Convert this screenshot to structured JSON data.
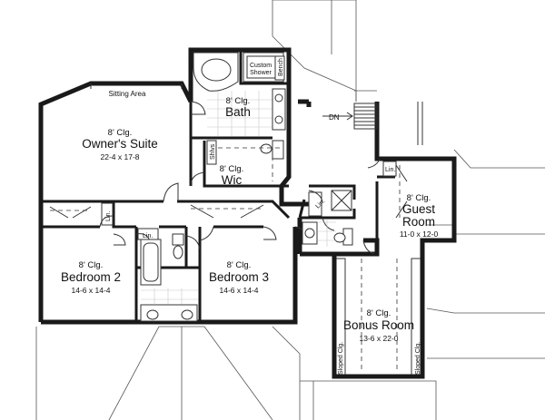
{
  "rooms": {
    "owners_suite": {
      "ceiling": "8' Clg.",
      "name": "Owner's Suite",
      "dims": "22-4 x 17-8"
    },
    "sitting_area": {
      "name": "Sitting Area"
    },
    "bath": {
      "ceiling": "8' Clg.",
      "name": "Bath"
    },
    "custom_shower": {
      "line1": "Custom",
      "line2": "Shower"
    },
    "bench": {
      "name": "Bench"
    },
    "wic": {
      "ceiling": "8' Clg.",
      "name": "Wic"
    },
    "shlvs": {
      "name": "Shlvs"
    },
    "bedroom2": {
      "ceiling": "8' Clg.",
      "name": "Bedroom 2",
      "dims": "14-6 x 14-4"
    },
    "bedroom3": {
      "ceiling": "8' Clg.",
      "name": "Bedroom 3",
      "dims": "14-6 x 14-4"
    },
    "guest_room": {
      "ceiling": "8' Clg.",
      "line1": "Guest",
      "line2": "Room",
      "dims": "11-0 x 12-0"
    },
    "bonus_room": {
      "ceiling": "8' Clg.",
      "name": "Bonus Room",
      "dims": "13-6 x 22-0"
    }
  },
  "labels": {
    "linen": "Lin.",
    "stairs_down": "DN",
    "sloped_ceiling": "Sloped Clg."
  }
}
